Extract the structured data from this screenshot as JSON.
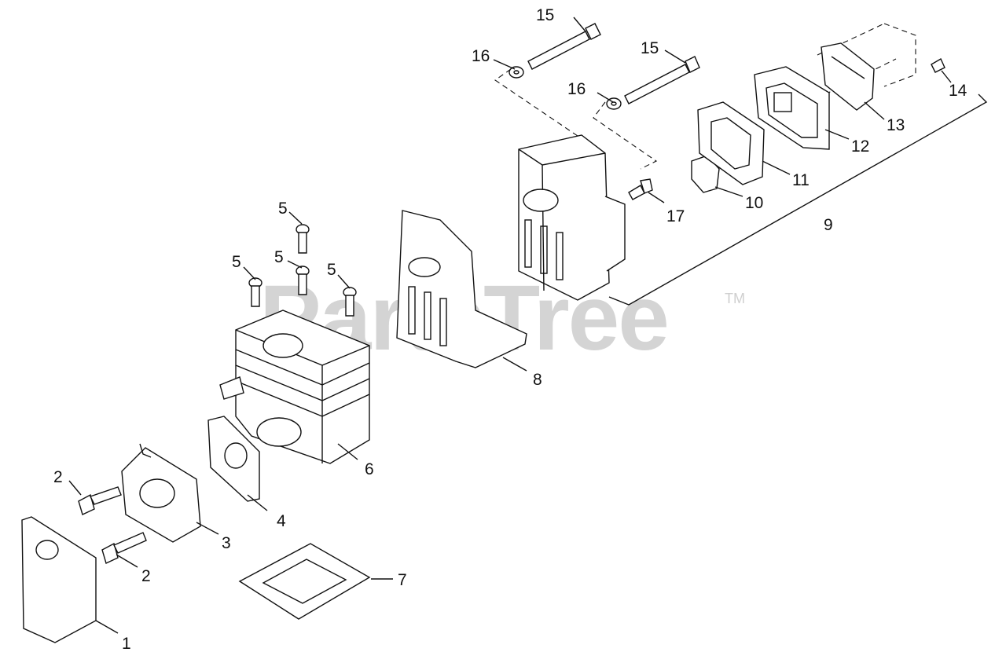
{
  "watermark": {
    "text": "PartsTree",
    "trademark": "TM"
  },
  "callouts": [
    {
      "id": "c15a",
      "text": "15"
    },
    {
      "id": "c16a",
      "text": "16"
    },
    {
      "id": "c15b",
      "text": "15"
    },
    {
      "id": "c16b",
      "text": "16"
    },
    {
      "id": "c14",
      "text": "14"
    },
    {
      "id": "c13",
      "text": "13"
    },
    {
      "id": "c12",
      "text": "12"
    },
    {
      "id": "c11",
      "text": "11"
    },
    {
      "id": "c10",
      "text": "10"
    },
    {
      "id": "c9",
      "text": "9"
    },
    {
      "id": "c17",
      "text": "17"
    },
    {
      "id": "c5a",
      "text": "5"
    },
    {
      "id": "c5b",
      "text": "5"
    },
    {
      "id": "c5c",
      "text": "5"
    },
    {
      "id": "c5d",
      "text": "5"
    },
    {
      "id": "c8",
      "text": "8"
    },
    {
      "id": "c6",
      "text": "6"
    },
    {
      "id": "c2a",
      "text": "2"
    },
    {
      "id": "c4",
      "text": "4"
    },
    {
      "id": "c3",
      "text": "3"
    },
    {
      "id": "c2b",
      "text": "2"
    },
    {
      "id": "c7",
      "text": "7"
    },
    {
      "id": "c1",
      "text": "1"
    }
  ]
}
